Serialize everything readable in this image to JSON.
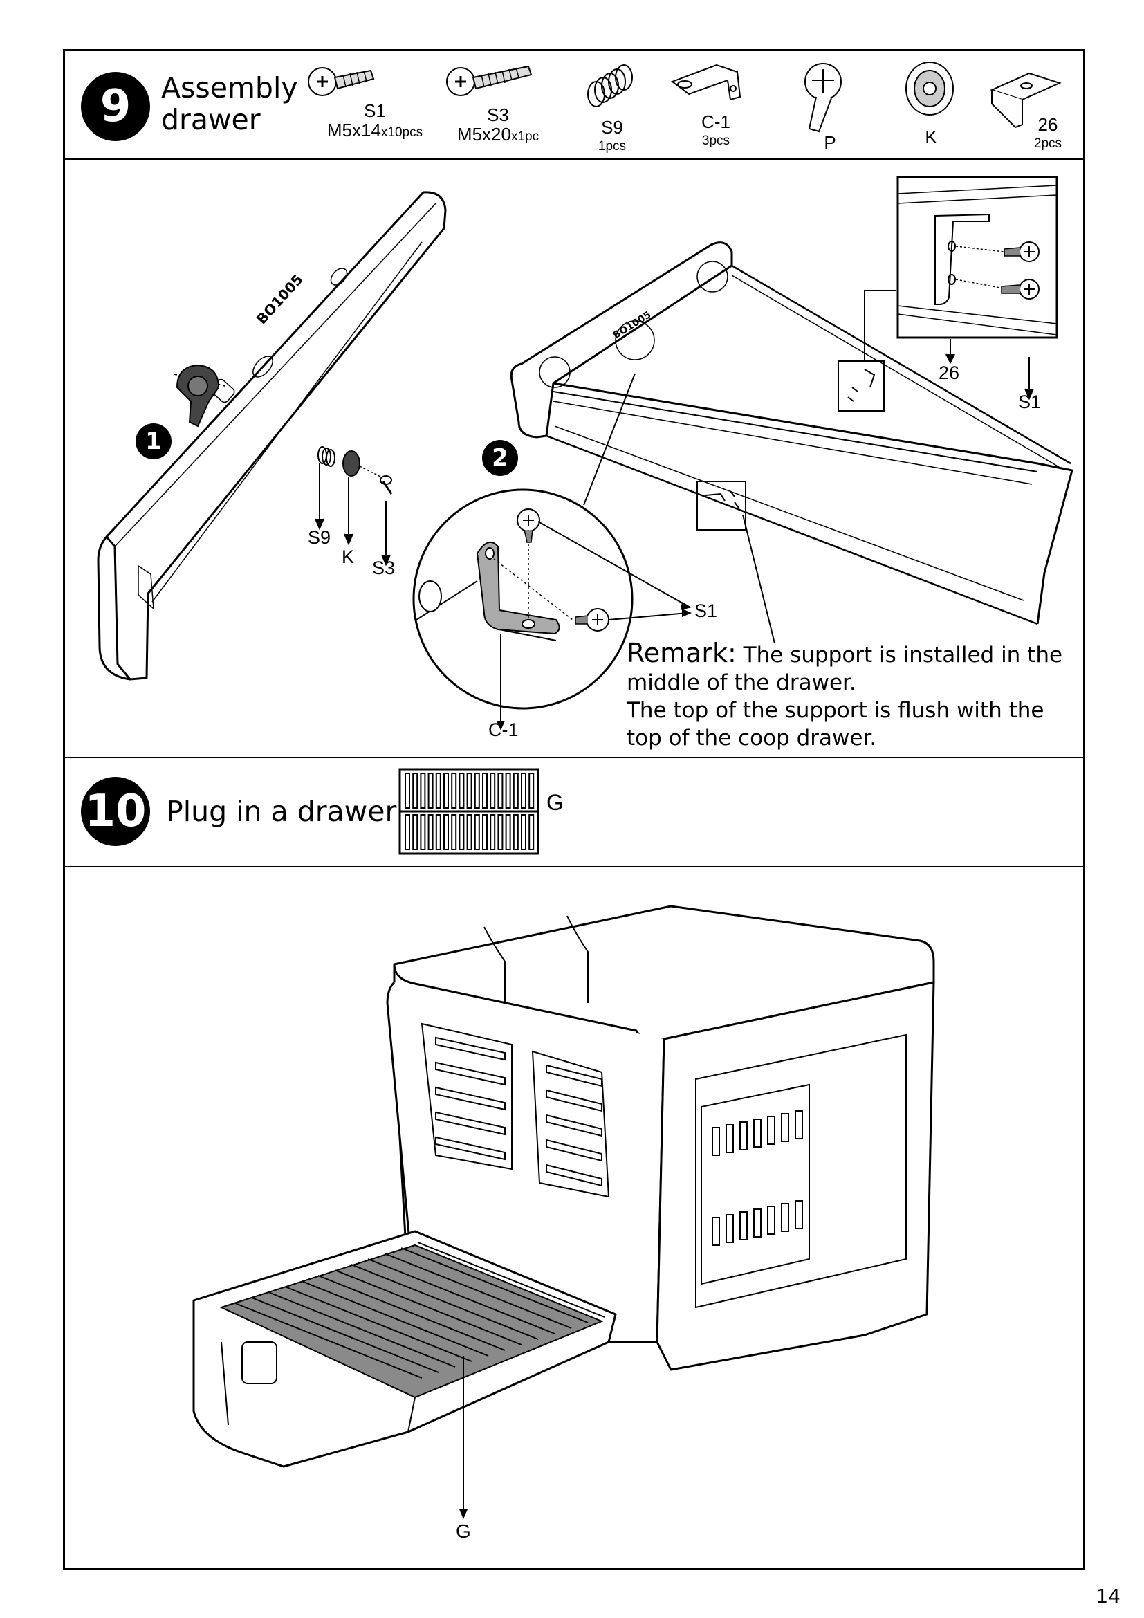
{
  "step9": {
    "number": "9",
    "title_line1": "Assembly",
    "title_line2": "drawer",
    "parts": [
      {
        "id": "S1",
        "spec": "M5x14",
        "qty": "x10pcs"
      },
      {
        "id": "S3",
        "spec": "M5x20",
        "qty": "x1pc"
      },
      {
        "id": "S9",
        "spec": "",
        "qty": "1pcs"
      },
      {
        "id": "C-1",
        "spec": "",
        "qty": "3pcs"
      },
      {
        "id": "P",
        "spec": "",
        "qty": ""
      },
      {
        "id": "K",
        "spec": "",
        "qty": ""
      },
      {
        "id": "26",
        "spec": "",
        "qty": "2pcs"
      }
    ],
    "substep1": "1",
    "substep2": "2",
    "callouts": {
      "s9": "S9",
      "k": "K",
      "s3": "S3",
      "s1_detail": "S1",
      "c1": "C-1",
      "part26": "26",
      "s1_inset": "S1"
    },
    "remark_label": "Remark:",
    "remark_line1": "The support is installed in the middle of the drawer.",
    "remark_line2": "The top of the support is flush with the top of the coop drawer."
  },
  "step10": {
    "number": "10",
    "title": "Plug in a drawer",
    "part": "G",
    "callout": "G"
  },
  "page_number": "14"
}
